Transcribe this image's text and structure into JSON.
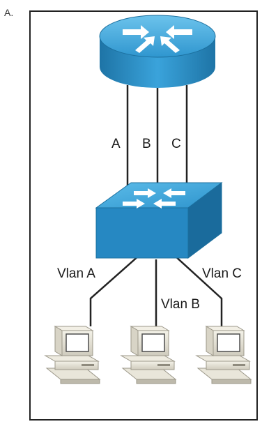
{
  "option": "A.",
  "trunk_labels": [
    "A",
    "B",
    "C"
  ],
  "vlan_labels": [
    "Vlan A",
    "Vlan B",
    "Vlan C"
  ],
  "devices": {
    "router": "router-icon",
    "switch": "switch-icon",
    "hosts": [
      "computer-icon",
      "computer-icon",
      "computer-icon"
    ]
  },
  "colors": {
    "device_blue": "#3ea5d8",
    "device_dark_blue": "#1b6f9e",
    "line": "#222222",
    "frame": "#222222"
  }
}
